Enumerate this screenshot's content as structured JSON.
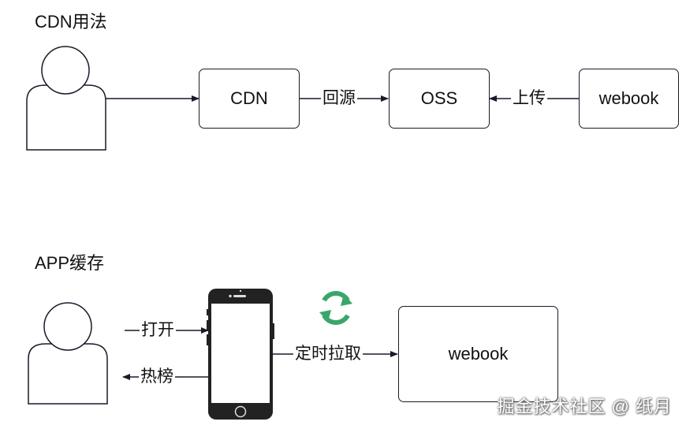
{
  "section_cdn": {
    "title": "CDN用法",
    "cdn_box": "CDN",
    "oss_box": "OSS",
    "webook_box": "webook",
    "edge_back_to_origin": "回源",
    "edge_upload": "上传"
  },
  "section_app": {
    "title": "APP缓存",
    "edge_open": "打开",
    "edge_hot_list": "热榜",
    "edge_scheduled_pull": "定时拉取",
    "webook_box": "webook"
  },
  "watermark": "掘金技术社区 @ 纸月",
  "colors": {
    "stroke": "#1a1a2a",
    "refresh_icon": "#3aa66a",
    "phone_body": "#222222"
  }
}
